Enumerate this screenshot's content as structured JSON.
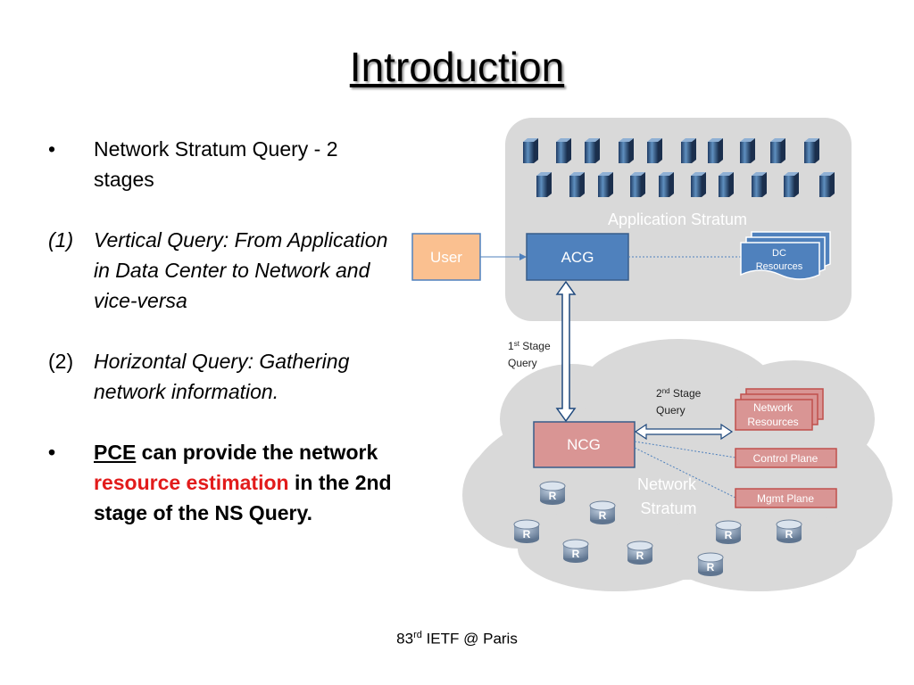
{
  "slide": {
    "title": "Introduction",
    "footer": {
      "pre": "83",
      "sup": "rd",
      "post": " IETF @ Paris"
    }
  },
  "bullets": {
    "b1": {
      "marker": "•",
      "text": "Network Stratum Query - 2 stages"
    },
    "b2": {
      "marker": "(1)",
      "text": "Vertical Query: From Application in Data Center to Network  and vice-versa"
    },
    "b3": {
      "marker": "(2)",
      "text": " Horizontal Query: Gathering network information."
    },
    "b4": {
      "marker": "•",
      "pce": "PCE",
      "t1": " can provide the network ",
      "red": "resource estimation",
      "t2": " in the 2nd stage of the NS Query."
    }
  },
  "diagram": {
    "app_stratum": "Application Stratum",
    "user": "User",
    "acg": "ACG",
    "dc_res_1": "DC",
    "dc_res_2": "Resources",
    "stage1_pre": "1",
    "stage1_sup": "st",
    "stage1_post": " Stage",
    "stage1_line2": "Query",
    "stage2_pre": "2",
    "stage2_sup": "nd",
    "stage2_post": " Stage",
    "stage2_line2": "Query",
    "net_res_1": "Network",
    "net_res_2": "Resources",
    "ncg": "NCG",
    "control_plane": "Control Plane",
    "mgmt_plane": "Mgmt Plane",
    "net_stratum_1": "Network",
    "net_stratum_2": "Stratum",
    "router_label": "R"
  },
  "colors": {
    "box_blue": "#4f81bd",
    "box_blue_border": "#385d8a",
    "user_orange": "#fac090",
    "ncg_pink": "#d99594",
    "plane_border": "#c0504d",
    "stratum_gray": "#d9d9d9"
  }
}
